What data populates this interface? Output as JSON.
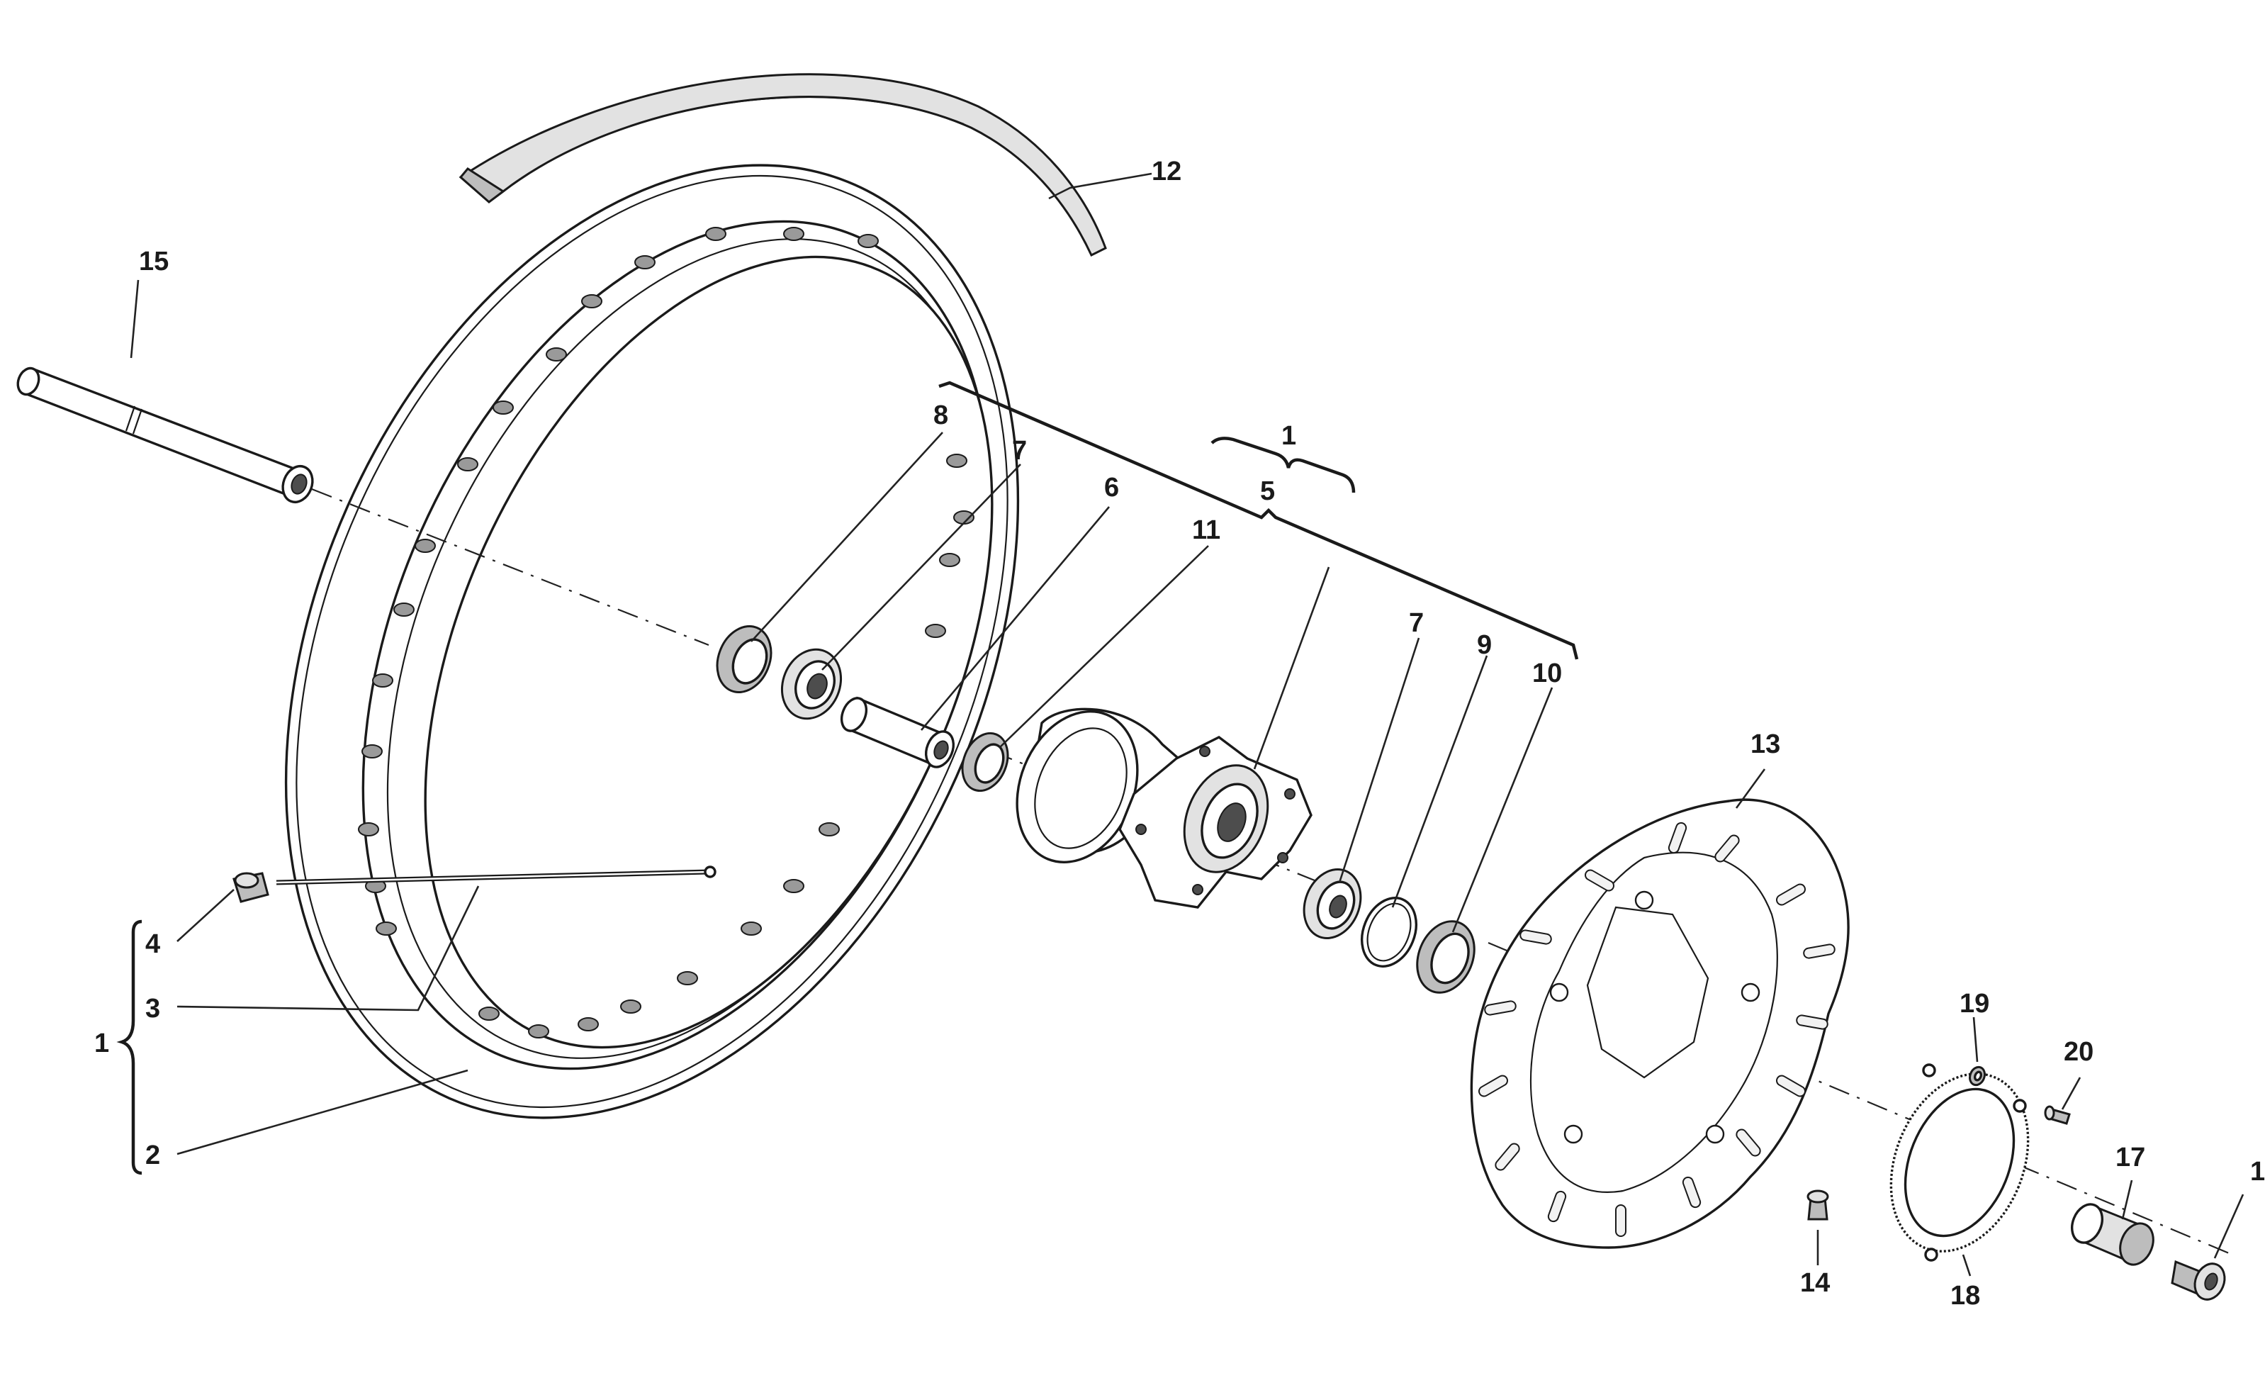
{
  "labels": {
    "l1_top": "1",
    "l1_left": "1",
    "l2": "2",
    "l3": "3",
    "l4": "4",
    "l5": "5",
    "l6": "6",
    "l7_left": "7",
    "l7_right": "7",
    "l8": "8",
    "l9": "9",
    "l10": "10",
    "l11": "11",
    "l12": "12",
    "l13": "13",
    "l14": "14",
    "l15": "15",
    "l16": "1",
    "l17": "17",
    "l18": "18",
    "l19": "19",
    "l20": "20"
  },
  "colors": {
    "line": "#1a1a1a",
    "shade": "#bdbdbd",
    "background": "#ffffff"
  }
}
